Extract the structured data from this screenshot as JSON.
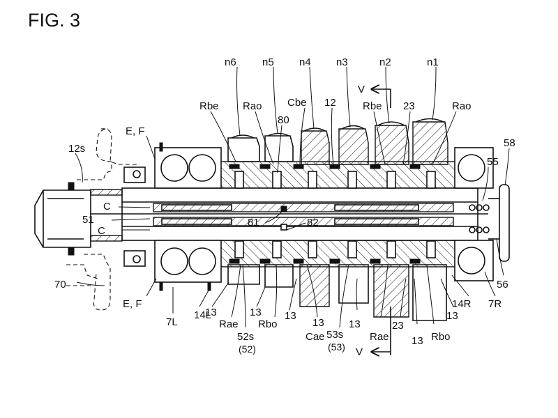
{
  "figure": {
    "title": "FIG. 3"
  },
  "labels": {
    "n6": "n6",
    "n5": "n5",
    "n4": "n4",
    "n3": "n3",
    "n2": "n2",
    "n1": "n1",
    "v_top": "V",
    "v_bottom": "V",
    "rbe_left": "Rbe",
    "rao_left": "Rao",
    "cbe": "Cbe",
    "n12": "12",
    "rbe_right": "Rbe",
    "n23_top": "23",
    "rao_right": "Rao",
    "n80": "80",
    "ef_top": "E, F",
    "n12s": "12s",
    "n58": "58",
    "n55": "55",
    "c_top": "C",
    "n51": "51",
    "c_bottom": "C",
    "n81": "81",
    "n82": "82",
    "n70": "70",
    "ef_bottom": "E, F",
    "n7l": "7L",
    "n14l": "14L",
    "n13_a": "13",
    "rae_left": "Rae",
    "n13_b": "13",
    "rbo_left": "Rbo",
    "n13_c": "13",
    "cae": "Cae",
    "n13_d": "13",
    "n52s": "52s",
    "n52": "(52)",
    "n53s": "53s",
    "n53": "(53)",
    "n13_e": "13",
    "rae_right": "Rae",
    "n23_bottom": "23",
    "n13_f": "13",
    "rbo_right": "Rbo",
    "n13_g": "13",
    "n14r": "14R",
    "n7r": "7R",
    "n56": "56"
  }
}
